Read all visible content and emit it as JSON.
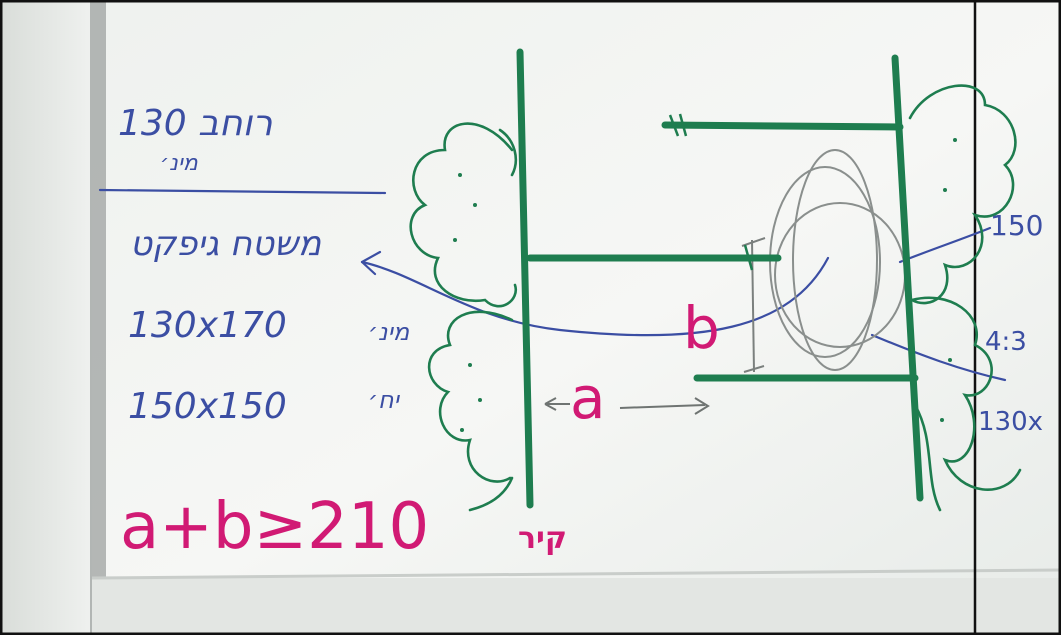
{
  "notes_left": {
    "width_text": "רוחב 130",
    "width_sub": "מינ׳",
    "stove_title": "משטח גיפקט",
    "dim_1_value": "130x170",
    "dim_1_label": "מינ׳",
    "dim_2_value": "150x150",
    "dim_2_label": "יח׳"
  },
  "diagram": {
    "label_a": "a",
    "label_b": "b",
    "wall_label": "קיר",
    "right_value_1": "150",
    "right_value_2": "4:3",
    "right_value_3": "130x"
  },
  "formula": "a+b≥210",
  "colors": {
    "paper": "#f4f6f3",
    "marker_green": "#1e7d4f",
    "pen_blue": "#3b4ea3",
    "marker_magenta": "#d11a74",
    "pencil_grey": "#8a8f8d"
  }
}
